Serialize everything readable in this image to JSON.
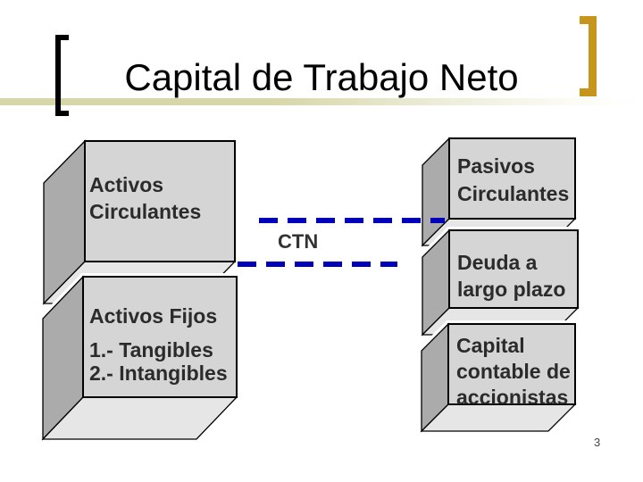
{
  "slide": {
    "title": "Capital de Trabajo Neto",
    "page_number": "3"
  },
  "diagram": {
    "assets": {
      "current": {
        "lines": [
          "Activos",
          "Circulantes"
        ]
      },
      "fixed": {
        "heading": "Activos Fijos",
        "items": [
          "1.- Tangibles",
          "2.- Intangibles"
        ]
      }
    },
    "liabilities": {
      "current": {
        "lines": [
          "Pasivos",
          "Circulantes"
        ]
      },
      "long_term": {
        "lines": [
          "Deuda a",
          "largo plazo"
        ]
      },
      "equity": {
        "lines": [
          "Capital",
          "contable de",
          "accionistas"
        ]
      }
    },
    "net_working_capital_label": "CTN"
  },
  "colors": {
    "accent_blue": "#0000BB",
    "bracket_gold": "#C6961C",
    "bracket_black": "#000000",
    "underline_khaki": "#D6D6A8",
    "box_front": "#D5D5D5",
    "box_side": "#ABABAB",
    "box_bottom": "#E6E6E6",
    "text_dark": "#2B2B2B"
  }
}
